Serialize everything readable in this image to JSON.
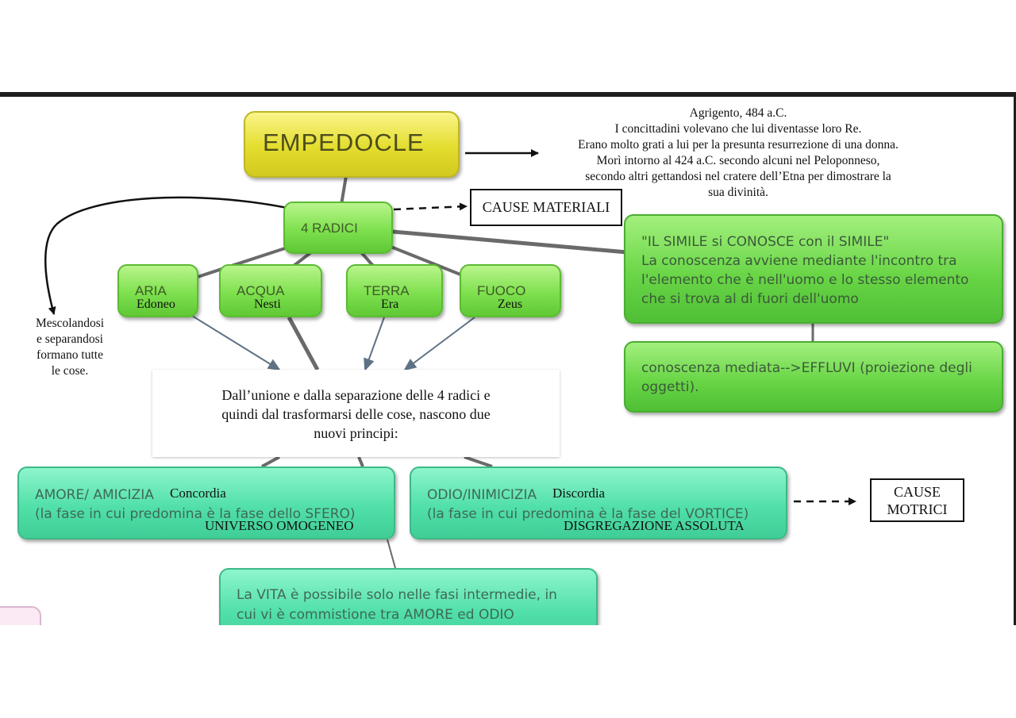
{
  "nodes": {
    "empedocle": "EMPEDOCLE",
    "radici": "4 RADICI",
    "elements": [
      {
        "name": "ARIA",
        "god": "Edoneo"
      },
      {
        "name": "ACQUA",
        "god": "Nesti"
      },
      {
        "name": "TERRA",
        "god": "Era"
      },
      {
        "name": "FUOCO",
        "god": "Zeus"
      }
    ],
    "simile": {
      "line1": "\"IL SIMILE si CONOSCE con il SIMILE\"",
      "line2": "La conoscenza avviene mediante l'incontro tra",
      "line3": "l'elemento che è nell'uomo e lo stesso elemento",
      "line4": "che si trova al di fuori dell'uomo"
    },
    "effluvi": {
      "line1": "conoscenza mediata-->EFFLUVI (proiezione degli",
      "line2": "oggetti)."
    },
    "amore": {
      "label": "AMORE/ AMICIZIA",
      "serif": "Concordia",
      "line2": "(la fase in cui predomina è la fase dello SFERO)",
      "caption": "UNIVERSO OMOGENEO"
    },
    "odio": {
      "label": "ODIO/INIMICIZIA",
      "serif": "Discordia",
      "line2": "(la fase in cui predomina è la fase del VORTICE)",
      "caption": "DISGREGAZIONE ASSOLUTA"
    },
    "vita": {
      "line1": "La VITA è possibile solo nelle fasi intermedie, in",
      "line2": "cui vi è commistione tra AMORE ed ODIO"
    }
  },
  "annotations": {
    "bio": [
      "Agrigento, 484 a.C.",
      "I concittadini volevano che lui diventasse loro Re.",
      "Erano molto grati a lui per la presunta resurrezione di una donna.",
      "Morì intorno al 424 a.C. secondo alcuni nel Peloponneso,",
      "secondo altri gettandosi nel cratere dell’Etna per dimostrare la",
      "sua divinità."
    ],
    "cause_materiali": "CAUSE MATERIALI",
    "cause_motrici_1": "CAUSE",
    "cause_motrici_2": "MOTRICI",
    "mescolandosi": [
      "Mescolandosi",
      "e separandosi",
      "formano tutte",
      "le cose."
    ],
    "union": [
      "Dall’unione e dalla separazione delle 4 radici e",
      "quindi dal trasformarsi delle cose, nascono due",
      "nuovi principi:"
    ]
  },
  "colors": {
    "yellow": "#e3dd2e",
    "light_green": "#7ee04e",
    "teal": "#52e0a9",
    "connector": "#6a6a6a",
    "arrow_blue": "#5f7285"
  }
}
